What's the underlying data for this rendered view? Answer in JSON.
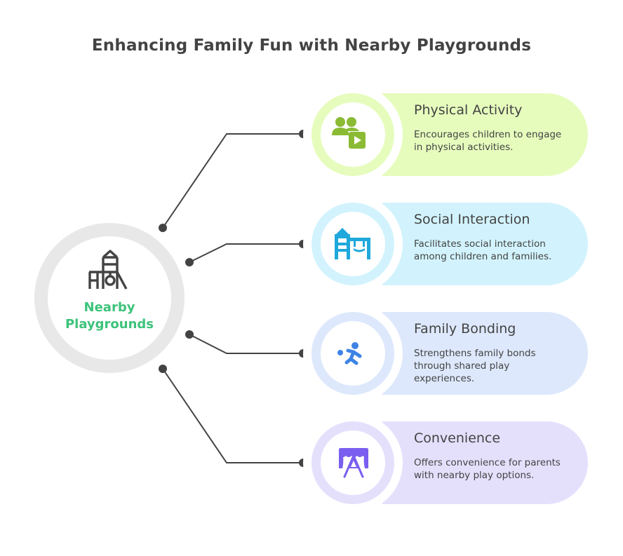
{
  "title": "Enhancing Family Fun with Nearby Playgrounds",
  "hub": {
    "label_line1": "Nearby",
    "label_line2": "Playgrounds",
    "icon": "playground-tower-icon",
    "label_color": "#3cc37a",
    "ring_color": "#e8e8e8",
    "icon_color": "#434343"
  },
  "connector_color": "#434343",
  "items": [
    {
      "heading": "Physical Activity",
      "description": "Encourages children to engage in physical activities.",
      "icon": "users-play-icon",
      "fill": "#e6fcbd",
      "icon_color": "#8bbb35"
    },
    {
      "heading": "Social Interaction",
      "description": "Facilitates social interaction among children and families.",
      "icon": "jungle-gym-icon",
      "fill": "#d2f3fd",
      "icon_color": "#1fa8dc"
    },
    {
      "heading": "Family Bonding",
      "description": "Strengthens family bonds through shared play experiences.",
      "icon": "child-playing-ball-icon",
      "fill": "#dde8fc",
      "icon_color": "#3e83e6"
    },
    {
      "heading": "Convenience",
      "description": "Offers convenience for parents with nearby play options.",
      "icon": "swing-canopy-icon",
      "fill": "#e4e0fc",
      "icon_color": "#7a5ef0"
    }
  ]
}
